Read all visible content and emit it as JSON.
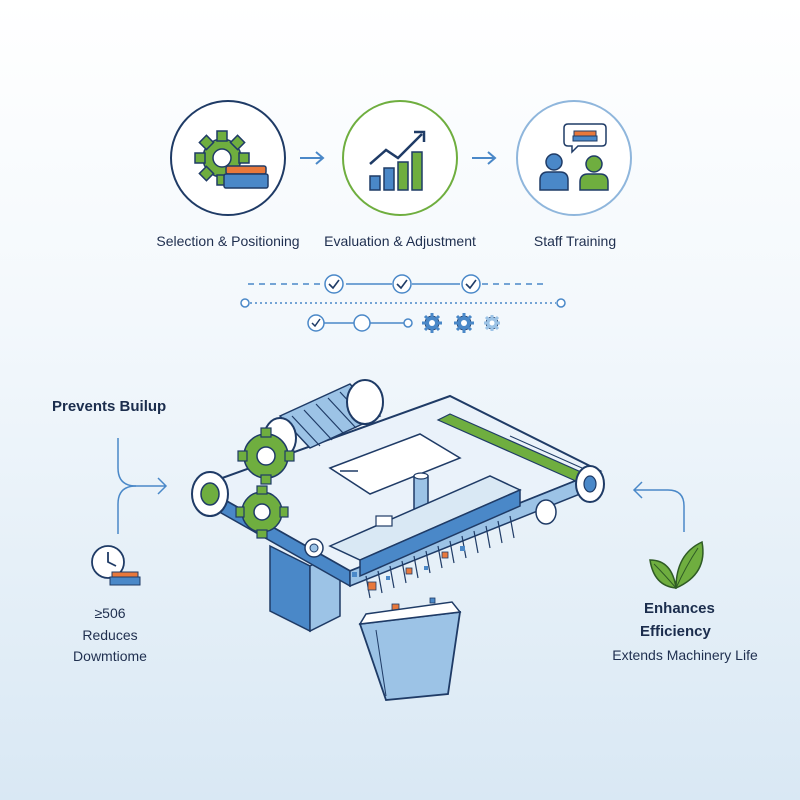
{
  "steps": [
    {
      "label": "Selection & Positioning",
      "icon": "gear-brush-icon"
    },
    {
      "label": "Evaluation & Adjustment",
      "icon": "growth-chart-icon"
    },
    {
      "label": "Staff Training",
      "icon": "trainer-team-icon"
    }
  ],
  "left_panel": {
    "heading": "Prevents Builup",
    "stat": "≥506",
    "line1": "Reduces",
    "line2": "Dowmtiome"
  },
  "right_panel": {
    "heading1": "Enhances",
    "heading2": "Efficiency",
    "subtitle": "Extends Machinery Life"
  },
  "colors": {
    "navy": "#1f3b66",
    "blue": "#4a88c8",
    "light_blue": "#9cc3e6",
    "green": "#6fae3f",
    "orange": "#e8783b",
    "teal_gray": "#8aa3b8"
  }
}
